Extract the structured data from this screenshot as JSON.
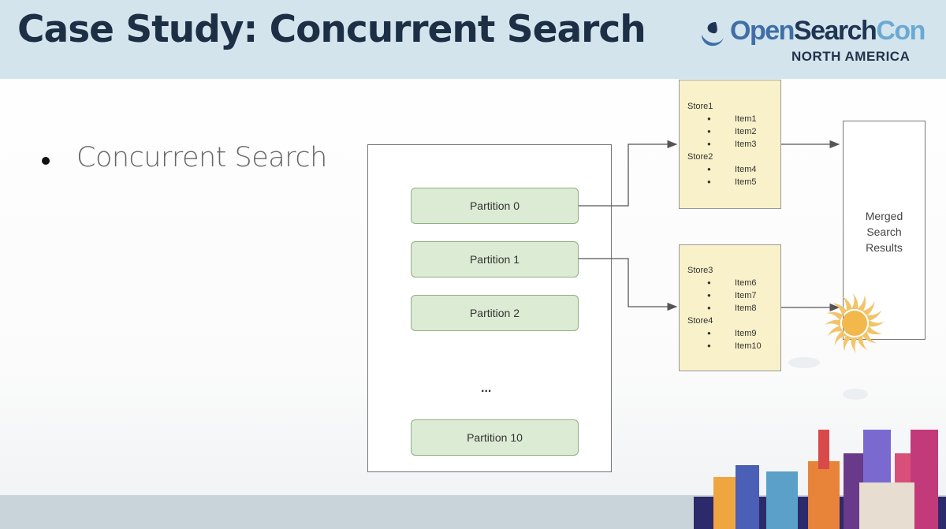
{
  "slide": {
    "title": "Case Study: Concurrent Search",
    "logo": {
      "part1": "Open",
      "part2": "Search",
      "part3": "Con",
      "subtitle": "NORTH AMERICA"
    },
    "bullets": [
      "Concurrent Search"
    ]
  },
  "diagram": {
    "partitions": [
      "Partition 0",
      "Partition 1",
      "Partition 2",
      "Partition 10"
    ],
    "ellipsis": "...",
    "stores": [
      {
        "groups": [
          {
            "name": "Store1",
            "items": [
              "Item1",
              "Item2",
              "Item3"
            ]
          },
          {
            "name": "Store2",
            "items": [
              "Item4",
              "Item5"
            ]
          }
        ]
      },
      {
        "groups": [
          {
            "name": "Store3",
            "items": [
              "Item6",
              "Item7",
              "Item8"
            ]
          },
          {
            "name": "Store4",
            "items": [
              "Item9",
              "Item10"
            ]
          }
        ]
      }
    ],
    "merged_label": "Merged Search Results"
  },
  "colors": {
    "header": "#d3e4ec",
    "title": "#1c2f45",
    "partition_fill": "#dcebd3",
    "store_fill": "#f9f1c9"
  }
}
